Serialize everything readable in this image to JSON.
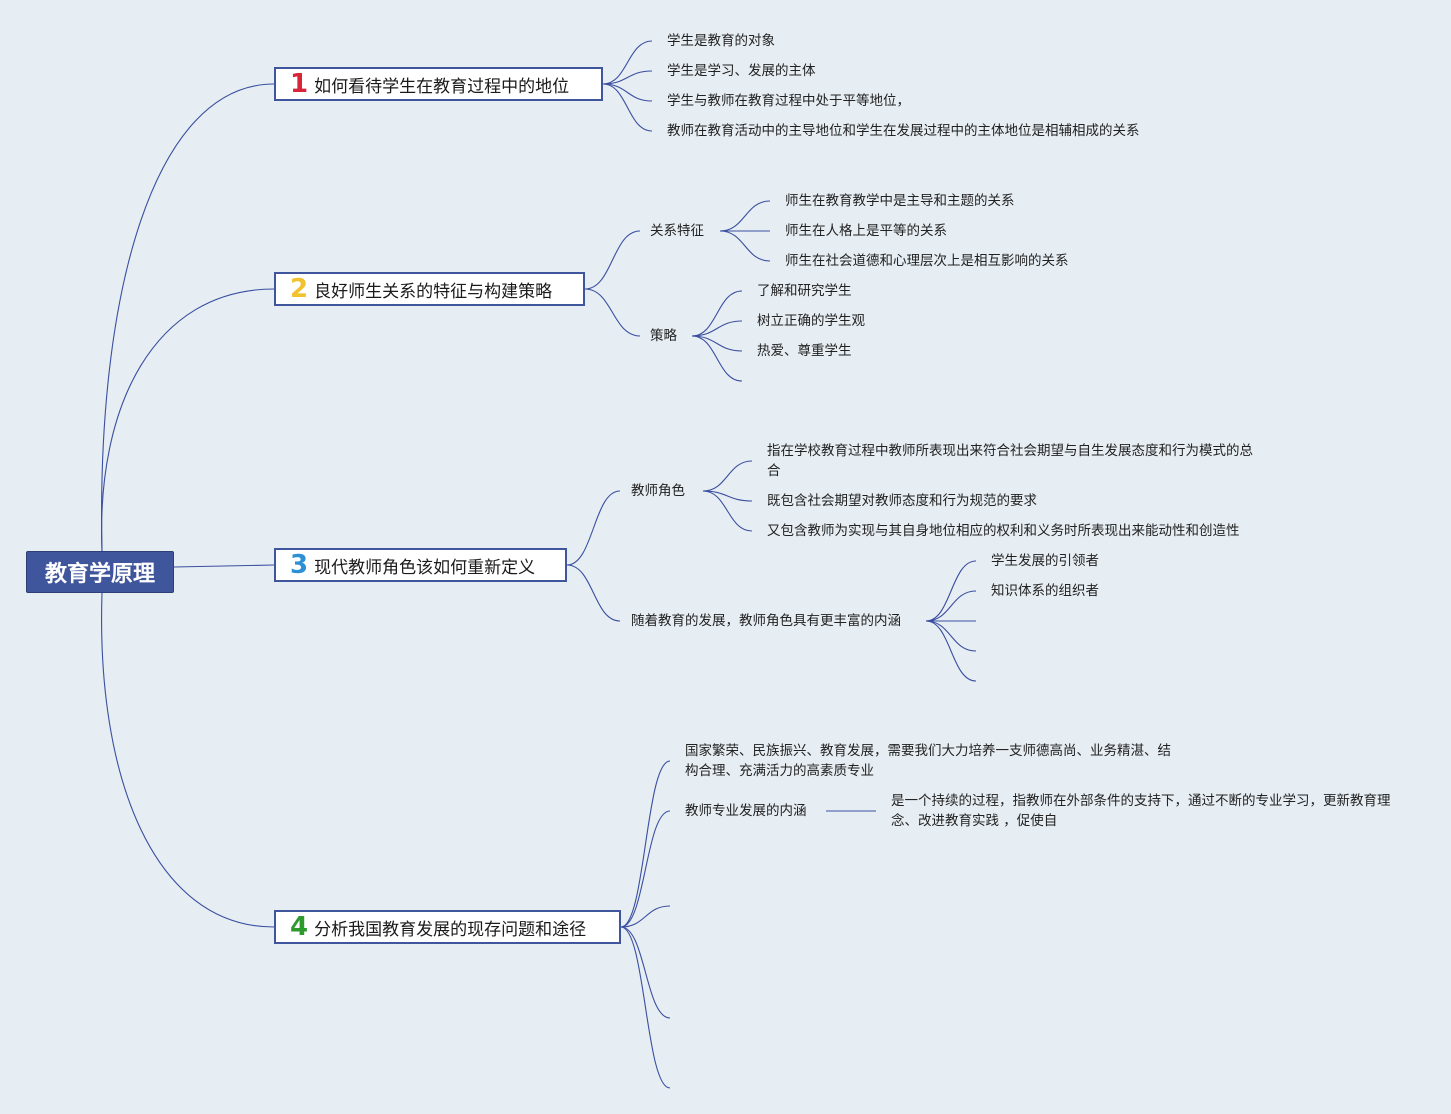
{
  "root": {
    "label": "教育学原理"
  },
  "topics": [
    {
      "number": "1",
      "number_color": "#d8253a",
      "label": "如何看待学生在教育过程中的地位",
      "children": [
        "学生是教育的对象",
        "学生是学习、发展的主体",
        "学生与教师在教育过程中处于平等地位，",
        "教师在教育活动中的主导地位和学生在发展过程中的主体地位是相辅相成的关系"
      ]
    },
    {
      "number": "2",
      "number_color": "#f2c12e",
      "label": "良好师生关系的特征与构建策略",
      "groups": [
        {
          "label": "关系特征",
          "children": [
            "师生在教育教学中是主导和主题的关系",
            "师生在人格上是平等的关系",
            "师生在社会道德和心理层次上是相互影响的关系"
          ]
        },
        {
          "label": "策略",
          "children": [
            "了解和研究学生",
            "树立正确的学生观",
            "热爱、尊重学生"
          ]
        }
      ]
    },
    {
      "number": "3",
      "number_color": "#2d8fd5",
      "label": "现代教师角色该如何重新定义",
      "groups": [
        {
          "label": "教师角色",
          "children": [
            "指在学校教育过程中教师所表现出来符合社会期望与自生发展态度和行为模式的总合",
            "既包含社会期望对教师态度和行为规范的要求",
            "又包含教师为实现与其自身地位相应的权利和义务时所表现出来能动性和创造性"
          ]
        },
        {
          "label": "随着教育的发展，教师角色具有更丰富的内涵",
          "children": [
            "学生发展的引领者",
            "知识体系的组织者"
          ]
        }
      ]
    },
    {
      "number": "4",
      "number_color": "#2e9a2e",
      "label": "分析我国教育发展的现存问题和途径",
      "children": [
        "国家繁荣、民族振兴、教育发展，需要我们大力培养一支师德高尚、业务精湛、结构合理、充满活力的高素质专业",
        "教师专业发展的内涵"
      ],
      "detail": "是一个持续的过程，指教师在外部条件的支持下，通过不断的专业学习，更新教育理念、改进教育实践 ，促使自"
    }
  ],
  "colors": {
    "line": "#3a4fa0",
    "root_fill": "#3f559c",
    "background": "#e6edf3"
  }
}
